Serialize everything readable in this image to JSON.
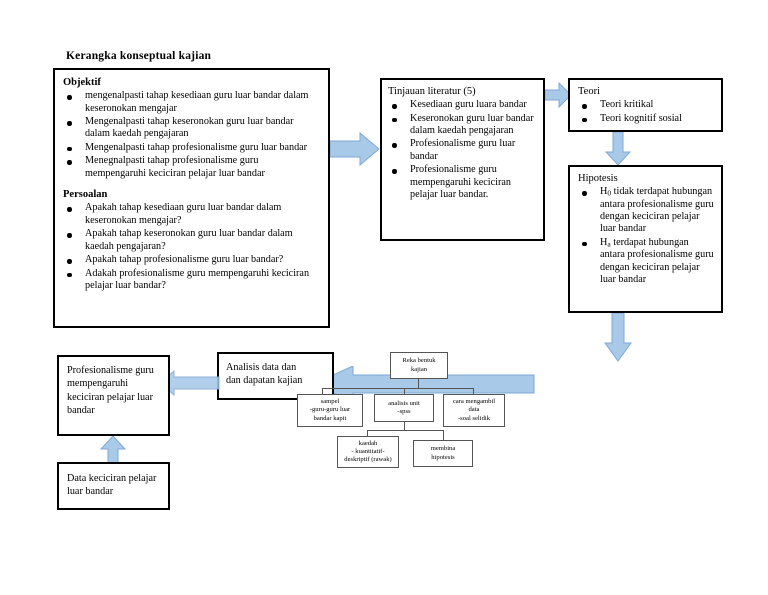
{
  "diagram": {
    "title": "Kerangka konseptual kajian",
    "accent_color": "#9DC3E6",
    "arrow_stroke": "#6A9BD1",
    "box_border": "#000000",
    "background": "#FFFFFF"
  },
  "objektif_box": {
    "heading": "Objektif",
    "items": [
      "mengenalpasti tahap kesediaan guru luar bandar dalam  keseronokan  mengajar",
      "Mengenalpasti tahap keseronokan guru luar bandar dalam  kaedah  pengajaran",
      "Mengenalpasti tahap profesionalisme guru luar bandar",
      "Menegnalpasti tahap profesionalisme guru mempengaruhi keciciran pelajar luar bandar"
    ],
    "heading2": "Persoalan",
    "items2": [
      "Apakah tahap kesediaan guru luar bandar dalam keseronokan mengajar?",
      "Apakah tahap keseronokan guru luar bandar dalam kaedah pengajaran?",
      "Apakah tahap profesionalisme guru luar bandar?",
      "Adakah profesionalisme guru mempengaruhi keciciran pelajar luar bandar?"
    ]
  },
  "tinjauan_box": {
    "heading": "Tinjauan literatur (5)",
    "items": [
      "Kesediaan guru luara bandar",
      "Keseronokan guru luar bandar dalam kaedah pengajaran",
      "Profesionalisme guru luar bandar",
      "Profesionalisme guru mempengaruhi keciciran pelajar luar bandar."
    ]
  },
  "teori_box": {
    "heading": "Teori",
    "items": [
      "Teori kritikal",
      "Teori kognitif sosial"
    ]
  },
  "hipotesis_box": {
    "heading": "Hipotesis",
    "item1_prefix": "H",
    "item1_sub": "0",
    "item1_text": " tidak terdapat hubungan antara profesionalisme guru dengan keciciran pelajar luar bandar",
    "item2_prefix": "H",
    "item2_sub": "a",
    "item2_text": " terdapat hubungan antara profesionalisme guru dengan keciciran pelajar luar bandar"
  },
  "profesionalisme_box": {
    "text": "Profesionalisme guru mempengaruhi keciciran pelajar luar bandar"
  },
  "data_box": {
    "text": "Data keciciran pelajar luar bandar"
  },
  "analisis_box": {
    "line1": "Analisis data dan",
    "line2": "dan dapatan kajian"
  },
  "method_tree": {
    "reka": {
      "line1": "Reka bentuk",
      "line2": "kajian"
    },
    "sampel": {
      "line1": "sampel",
      "line2": "-guru-guru luar",
      "line3": "bandar kapit"
    },
    "analisis_unit": {
      "line1": "analisis unit",
      "line2": "-spss"
    },
    "cara": {
      "line1": "cara mengambil",
      "line2": "data",
      "line3": "-soal selidik"
    },
    "kaedah": {
      "line1": "kaedah",
      "line2": "- kuantitatif-",
      "line3": "deskriptif (rawak)"
    },
    "membina": {
      "line1": "membina",
      "line2": "hipotesis"
    }
  },
  "arrows": [
    {
      "name": "objektif-to-tinjauan",
      "direction": "right"
    },
    {
      "name": "tinjauan-to-teori",
      "direction": "right"
    },
    {
      "name": "teori-to-hipotesis",
      "direction": "down"
    },
    {
      "name": "hipotesis-to-method",
      "direction": "down"
    },
    {
      "name": "method-to-analisis",
      "direction": "left"
    },
    {
      "name": "analisis-to-profesionalisme",
      "direction": "left"
    },
    {
      "name": "data-to-profesionalisme",
      "direction": "up"
    }
  ]
}
